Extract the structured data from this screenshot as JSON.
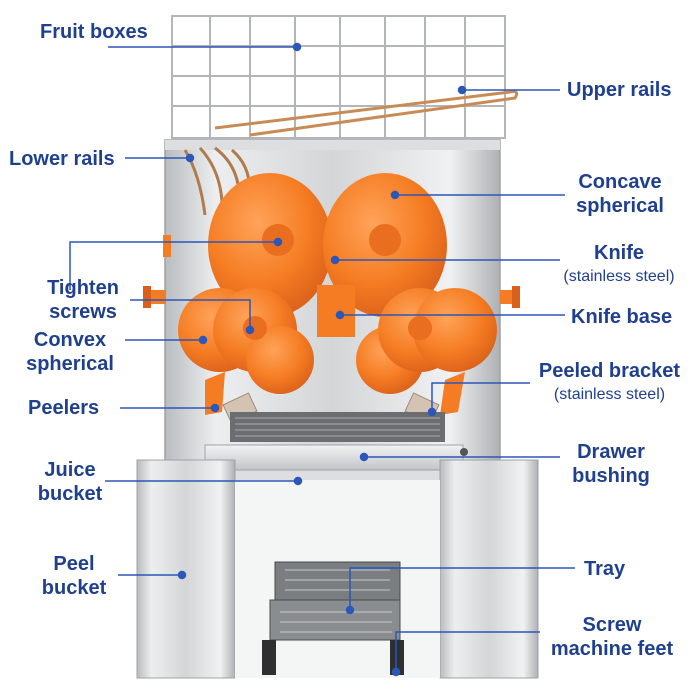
{
  "diagram": {
    "labels": {
      "fruit_boxes": "Fruit boxes",
      "upper_rails": "Upper rails",
      "lower_rails": "Lower rails",
      "concave_spherical": "Concave spherical",
      "knife": "Knife",
      "knife_material": "(stainless steel)",
      "tighten_screws": "Tighten screws",
      "knife_base": "Knife base",
      "convex_spherical": "Convex spherical",
      "peeled_bracket": "Peeled bracket",
      "peeled_bracket_material": "(stainless steel)",
      "peelers": "Peelers",
      "drawer_bushing": "Drawer bushing",
      "juice_bucket": "Juice bucket",
      "peel_bucket": "Peel bucket",
      "tray": "Tray",
      "screw_machine_feet": "Screw machine feet"
    },
    "colors": {
      "label_text": "#1f3f8f",
      "leader_line": "#2b57b8",
      "orange": "#f57c22",
      "orange_dark": "#d9601a",
      "steel_light": "#e9eaeb",
      "steel_mid": "#c9cbcd",
      "steel_dark": "#9fa2a5"
    }
  }
}
